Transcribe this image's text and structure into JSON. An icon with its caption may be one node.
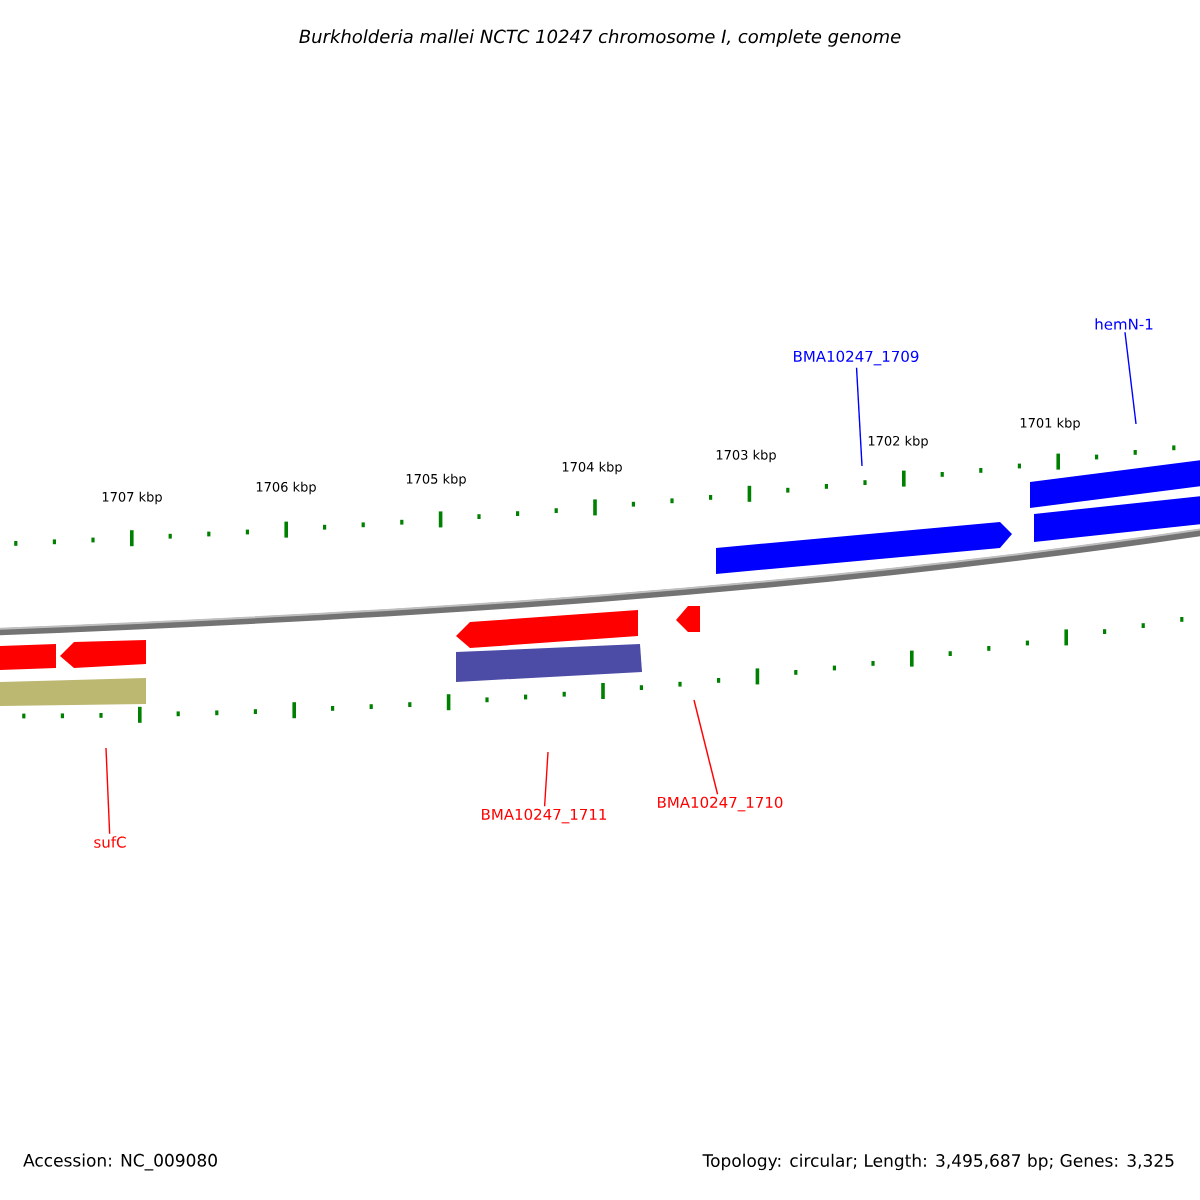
{
  "diagram": {
    "title": "Burkholderia mallei NCTC 10247 chromosome I, complete genome",
    "nodes": [
      {
        "text": [
          "BMA10247_1709"
        ]
      },
      {
        "text": [
          "hemN-1"
        ]
      },
      {
        "text": [
          "BMA10247_1711"
        ]
      },
      {
        "text": [
          "BMA10247_1710"
        ]
      },
      {
        "text": [
          "sufC"
        ]
      }
    ],
    "edges": [
      {
        "from": 0,
        "to": null,
        "arrow": "none",
        "color": "#0000ff"
      },
      {
        "from": 1,
        "to": null,
        "arrow": "none",
        "color": "#0000ff"
      },
      {
        "from": 2,
        "to": null,
        "arrow": "none"
      },
      {
        "from": 3,
        "to": null,
        "arrow": "none"
      },
      {
        "from": 4,
        "to": null,
        "arrow": "none"
      }
    ],
    "labels": [
      "1707 kbp",
      "1706 kbp",
      "1705 kbp",
      "1704 kbp",
      "1703 kbp",
      "1702 kbp",
      "1701 kbp",
      "Accession: NC_009080",
      "Topology: circular; Length: 3,495,687 bp; Genes: 3,325"
    ]
  }
}
